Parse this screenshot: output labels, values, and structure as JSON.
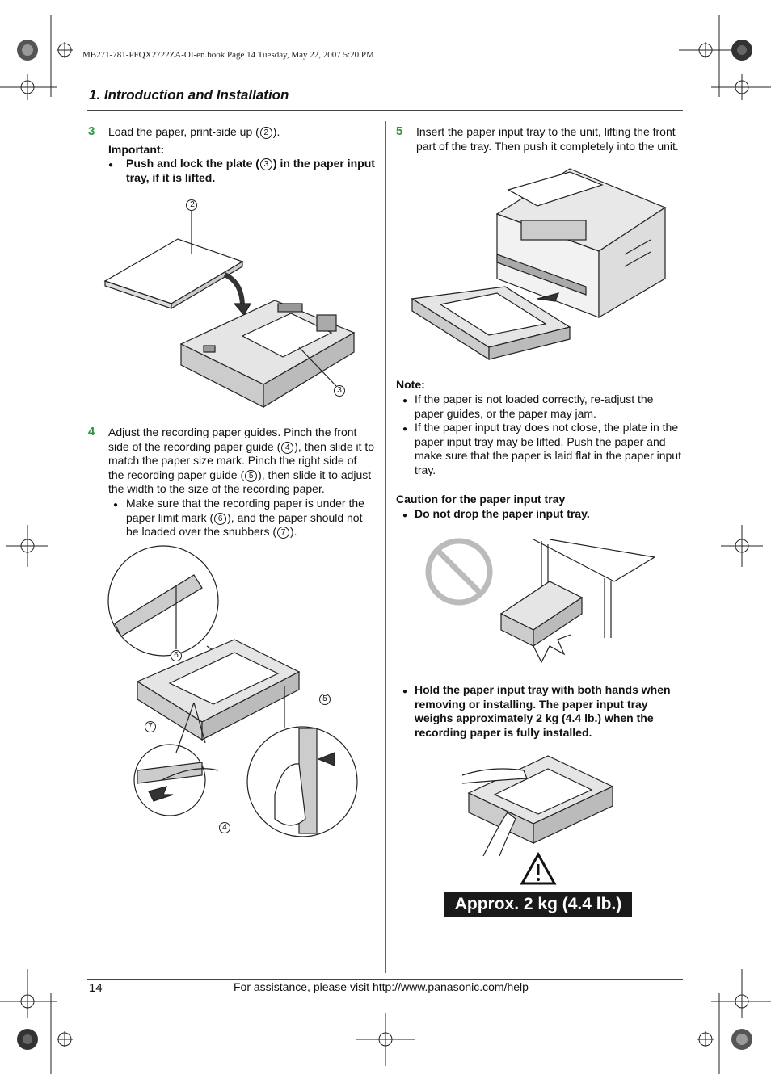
{
  "print_line": "MB271-781-PFQX2722ZA-OI-en.book  Page 14  Tuesday, May 22, 2007  5:20 PM",
  "section_title": "1. Introduction and Installation",
  "step3": {
    "number": "3",
    "text_before": "Load the paper, print-side up (",
    "ref": "2",
    "text_after": ").",
    "important_label": "Important:",
    "bullet_before": "Push and lock the plate (",
    "bullet_ref": "3",
    "bullet_line1_after": ") in the paper input",
    "bullet_line2": "tray, if it is lifted.",
    "callout_paper": "2",
    "callout_plate": "3"
  },
  "step4": {
    "number": "4",
    "line1": "Adjust the recording paper guides. Pinch the front",
    "line2_before": "side of the recording paper guide (",
    "line2_ref": "4",
    "line2_after": "), then slide it to",
    "line3": "match the paper size mark. Pinch the right side of",
    "line4_before": "the recording paper guide (",
    "line4_ref": "5",
    "line4_after": "), then slide it to adjust",
    "line5": "the width to the size of the recording paper.",
    "bullet_line1": "Make sure that the recording paper is under the",
    "bullet_line2_before": "paper limit mark (",
    "bullet_line2_ref": "6",
    "bullet_line2_after": "), and the paper should not",
    "bullet_line3_before": "be loaded over the snubbers (",
    "bullet_line3_ref": "7",
    "bullet_line3_after": ").",
    "callout_6": "6",
    "callout_5": "5",
    "callout_7": "7",
    "callout_4": "4"
  },
  "step5": {
    "number": "5",
    "line1": "Insert the paper input tray to the unit, lifting the front",
    "line2": "part of the tray. Then push it completely into the unit."
  },
  "note": {
    "label": "Note:",
    "b1_line1": "If the paper is not loaded correctly, re-adjust the",
    "b1_line2": "paper guides, or the paper may jam.",
    "b2_line1": "If the paper input tray does not close, the plate in the",
    "b2_line2": "paper input tray may be lifted. Push the paper and",
    "b2_line3": "make sure that the paper is laid flat in the paper input",
    "b2_line4": "tray."
  },
  "caution": {
    "title": "Caution for the paper input tray",
    "b1": "Do not drop the paper input tray.",
    "b2_line1": "Hold the paper input tray with both hands when",
    "b2_line2": "removing or installing. The paper input tray",
    "b2_line3": "weighs approximately 2 kg (4.4 lb.) when the",
    "b2_line4": "recording paper is fully installed."
  },
  "weight_label": "Approx. 2 kg (4.4 lb.)",
  "footer": {
    "page_number": "14",
    "text": "For assistance, please visit http://www.panasonic.com/help"
  },
  "bullet_glyph": "●",
  "colors": {
    "step_number": "#2a9a3c",
    "weight_box": "#1a1a1a"
  }
}
